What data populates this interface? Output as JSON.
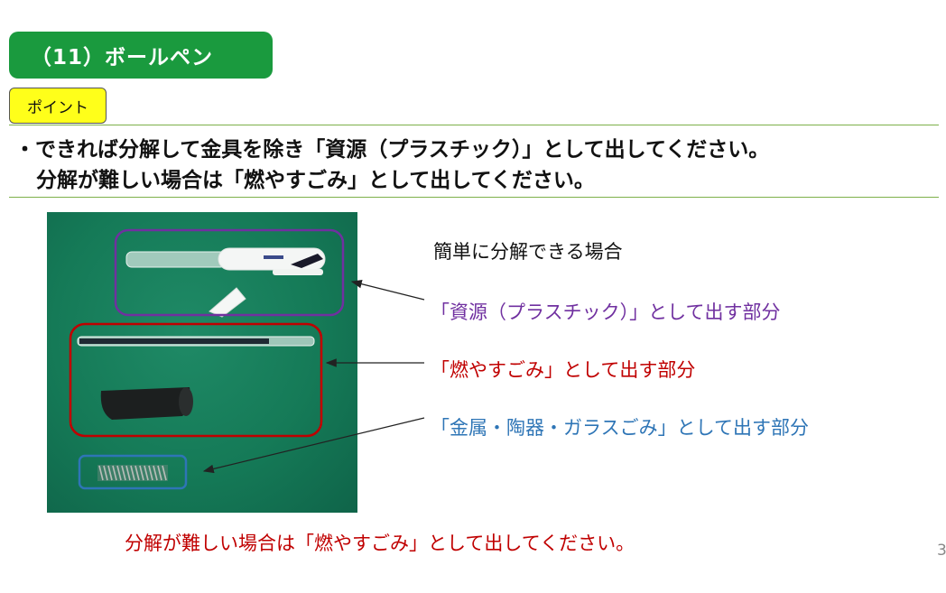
{
  "slide": {
    "title": "（11）ボールペン",
    "badge": "ポイント",
    "line1": "・できれば分解して金具を除き「資源（プラスチック）」として出してください。",
    "line2": "分解が難しい場合は「燃やすごみ」として出してください。",
    "page_number": "3"
  },
  "labels": {
    "heading": "簡単に分解できる場合",
    "resource": "「資源（プラスチック）」として出す部分",
    "burnable": "「燃やすごみ」として出す部分",
    "metal": "「金属・陶器・ガラスごみ」として出す部分"
  },
  "footer": "分解が難しい場合は「燃やすごみ」として出してください。",
  "colors": {
    "title_bg": "#1a9a3e",
    "badge_bg": "#ffff1a",
    "resource": "#7030a0",
    "burnable": "#c00000",
    "metal": "#2e75b6",
    "background_mat": "#157a57"
  }
}
